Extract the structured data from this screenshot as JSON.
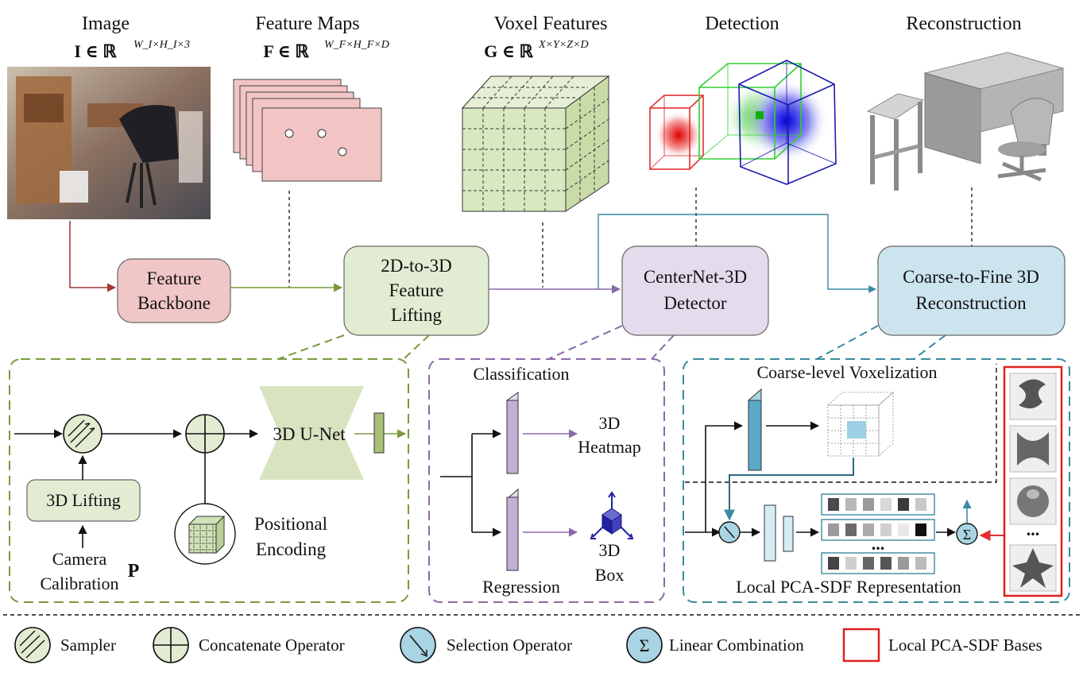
{
  "header": {
    "image": {
      "title": "Image",
      "math": "I ∈ ℝ",
      "sup": "W_I×H_I×3"
    },
    "feature_maps": {
      "title": "Feature Maps",
      "math": "F ∈ ℝ",
      "sup": "W_F×H_F×D"
    },
    "voxel_features": {
      "title": "Voxel Features",
      "math": "G ∈ ℝ",
      "sup": "X×Y×Z×D"
    },
    "detection": {
      "title": "Detection"
    },
    "reconstruction": {
      "title": "Reconstruction"
    }
  },
  "pipeline": {
    "backbone": [
      "Feature",
      "Backbone"
    ],
    "lifting": [
      "2D-to-3D",
      "Feature",
      "Lifting"
    ],
    "detector": [
      "CenterNet-3D",
      "Detector"
    ],
    "reconstruction": [
      "Coarse-to-Fine 3D",
      "Reconstruction"
    ]
  },
  "lifting_panel": {
    "lifting_box": "3D Lifting",
    "camera": [
      "Camera",
      "Calibration"
    ],
    "camera_symbol": "P",
    "unet": "3D U-Net",
    "positional": [
      "Positional",
      "Encoding"
    ]
  },
  "detector_panel": {
    "classification": "Classification",
    "heatmap": [
      "3D",
      "Heatmap"
    ],
    "regression": "Regression",
    "box": [
      "3D",
      "Box"
    ]
  },
  "recon_panel": {
    "coarse": "Coarse-level Voxelization",
    "pca": "Local PCA-SDF Representation",
    "ellipsis": "...",
    "bases_ellipsis": "..."
  },
  "legend": {
    "sampler": "Sampler",
    "concat": "Concatenate Operator",
    "selection": "Selection Operator",
    "linear": "Linear Combination",
    "bases": "Local PCA-SDF Bases",
    "sigma": "Σ"
  },
  "colors": {
    "red": "#e03030",
    "green": "#7a9a3c",
    "purple": "#8a6aa8",
    "teal": "#3a8aa0",
    "backbone_fill": "#f0c8c8",
    "lifting_fill": "#e2ecd2",
    "detector_fill": "#e4dcec",
    "recon_fill": "#cbe4ee"
  }
}
